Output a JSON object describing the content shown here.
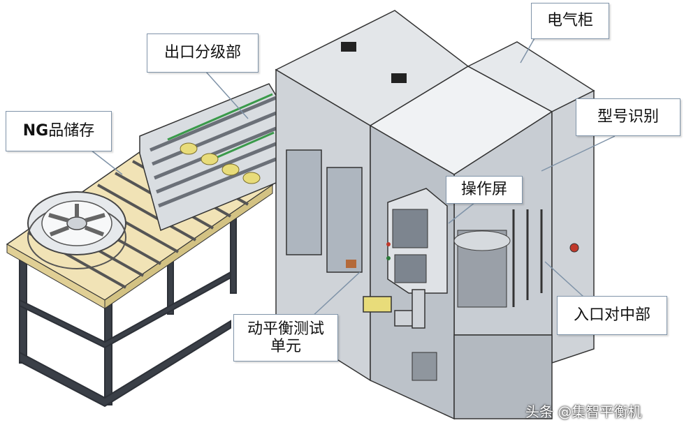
{
  "labels": {
    "electrical_cabinet": "电气柜",
    "exit_sorting": "出口分级部",
    "ng_storage_prefix": "NG",
    "ng_storage_suffix": "品储存",
    "model_recognition": "型号识别",
    "operation_screen": "操作屏",
    "entry_centering": "入口对中部",
    "balance_test_line1": "动平衡测试",
    "balance_test_line2": "单元"
  },
  "watermark": "头条 @集智平衡机",
  "colors": {
    "frame": "#3a3f47",
    "panel": "#cfd3d8",
    "panel_dark": "#9aa0a8",
    "callout_border": "#7f93a8",
    "roller_yellow": "#e8dc7a",
    "green_belt": "#3a9a4a"
  }
}
